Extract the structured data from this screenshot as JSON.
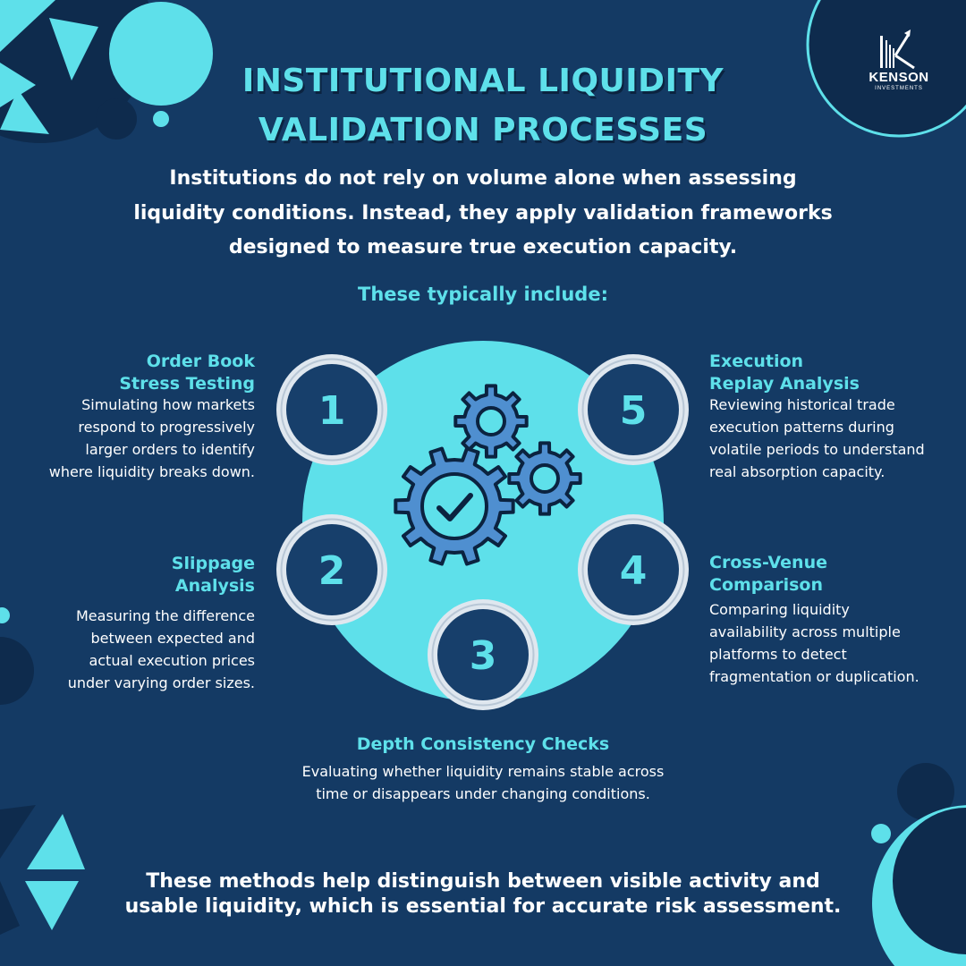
{
  "brand": {
    "name": "KENSON",
    "tagline": "INVESTMENTS"
  },
  "title": [
    "INSTITUTIONAL LIQUIDITY",
    "VALIDATION PROCESSES"
  ],
  "intro": [
    "Institutions do not rely on volume alone when assessing",
    "liquidity conditions. Instead, they apply validation frameworks",
    "designed to measure true execution capacity."
  ],
  "subheading": "These typically include:",
  "steps": [
    {
      "number": "1",
      "title": [
        "Order Book",
        "Stress Testing"
      ],
      "description": [
        "Simulating how markets",
        "respond to progressively",
        "larger orders to identify",
        "where liquidity breaks down."
      ]
    },
    {
      "number": "2",
      "title": [
        "Slippage",
        "Analysis"
      ],
      "description": [
        "Measuring the difference",
        "between expected and",
        "actual execution prices",
        "under varying order sizes."
      ]
    },
    {
      "number": "3",
      "title": [
        "Depth Consistency Checks"
      ],
      "description": [
        "Evaluating whether liquidity remains stable across",
        "time or disappears under changing conditions."
      ]
    },
    {
      "number": "4",
      "title": [
        "Cross-Venue",
        "Comparison"
      ],
      "description": [
        "Comparing liquidity",
        "availability across multiple",
        "platforms to detect",
        "fragmentation or duplication."
      ]
    },
    {
      "number": "5",
      "title": [
        "Execution",
        "Replay Analysis"
      ],
      "description": [
        "Reviewing historical trade",
        "execution patterns during",
        "volatile periods to understand",
        "real absorption capacity."
      ]
    }
  ],
  "footer": [
    "These methods help distinguish between visible activity and",
    "usable liquidity, which is essential for accurate risk assessment."
  ],
  "colors": {
    "background": "#143a64",
    "accent": "#5ee0ea",
    "dark": "#0b2340",
    "gear": "#4f8fd0"
  },
  "icons": [
    "gears-checkmark-icon"
  ]
}
